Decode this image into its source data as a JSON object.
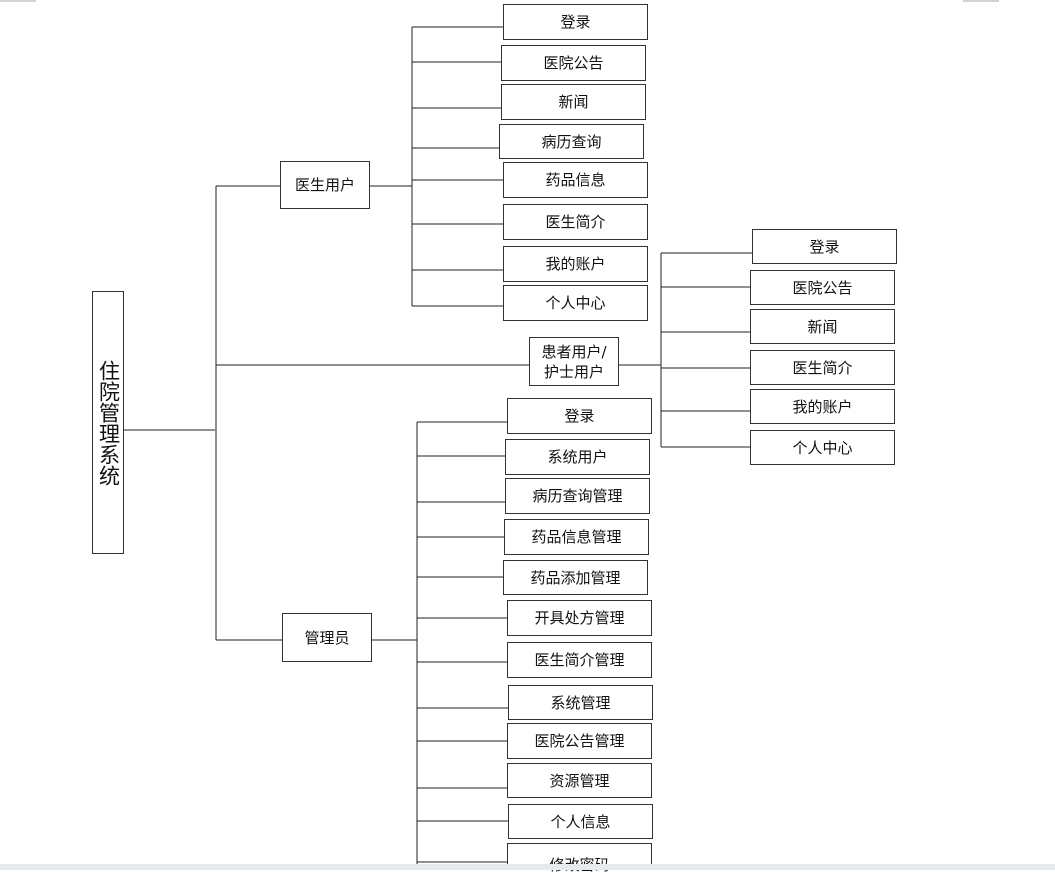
{
  "root": {
    "title": "住院管理系统"
  },
  "roles": {
    "doctor": {
      "label": "医生用户",
      "items": [
        "登录",
        "医院公告",
        "新闻",
        "病历查询",
        "药品信息",
        "医生简介",
        "我的账户",
        "个人中心"
      ]
    },
    "patient": {
      "label_line1": "患者用户/",
      "label_line2": "护士用户",
      "items": [
        "登录",
        "医院公告",
        "新闻",
        "医生简介",
        "我的账户",
        "个人中心"
      ]
    },
    "admin": {
      "label": "管理员",
      "items": [
        "登录",
        "系统用户",
        "病历查询管理",
        "药品信息管理",
        "药品添加管理",
        "开具处方管理",
        "医生简介管理",
        "系统管理",
        "医院公告管理",
        "资源管理",
        "个人信息",
        "修改密码"
      ]
    }
  }
}
